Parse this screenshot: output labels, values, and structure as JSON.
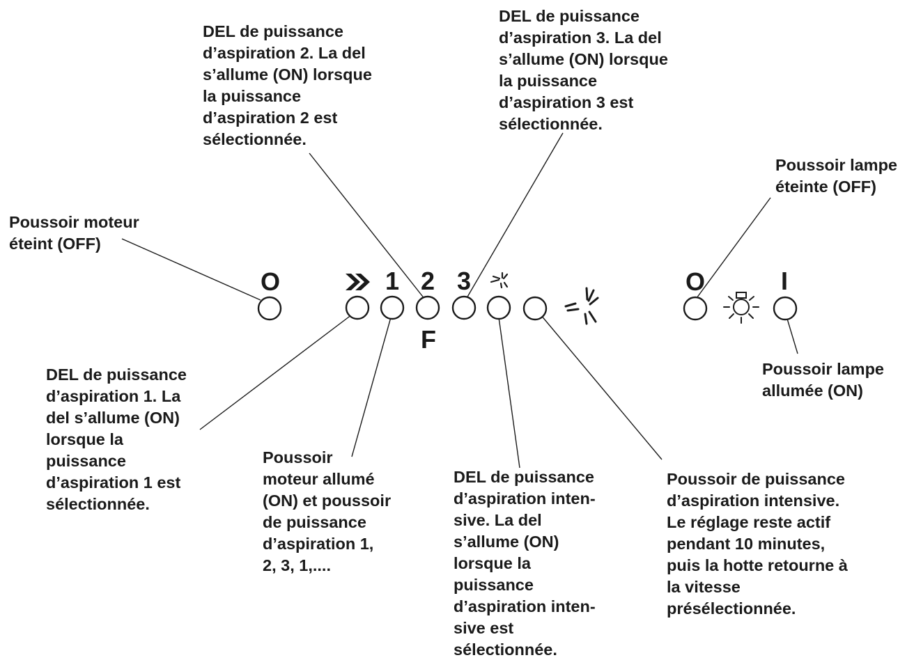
{
  "annotations": {
    "motor_off": "Poussoir moteur\néteint (OFF)",
    "led_speed_2": "DEL de puissance\nd’aspiration 2. La del\ns’allume (ON) lorsque\nla puissance\nd’aspiration 2 est\nsélectionnée.",
    "led_speed_3": "DEL de puissance\nd’aspiration 3. La del\ns’allume (ON) lorsque\nla puissance\nd’aspiration 3 est\nsélectionnée.",
    "lamp_off": "Poussoir lampe\néteinte (OFF)",
    "led_speed_1": "DEL de puissance\nd’aspiration 1. La\ndel s’allume (ON)\nlorsque la\npuissance\nd’aspiration 1 est\nsélectionnée.",
    "motor_on": "Poussoir\nmoteur allumé\n(ON) et poussoir\nde puissance\nd’aspiration 1,\n2, 3, 1,....",
    "led_intensive": "DEL de puissance\nd’aspiration inten-\nsive. La del\ns’allume (ON)\nlorsque la\npuissance\nd’aspiration inten-\nsive est\nsélectionnée.",
    "intensive_button": "Poussoir de puissance\nd’aspiration intensive.\nLe réglage reste actif\npendant 10 minutes,\npuis la hotte retourne à\nla vitesse\nprésélectionnée.",
    "lamp_on": "Poussoir lampe\nallumée (ON)"
  },
  "panel": {
    "motor_off_symbol": "O",
    "speed_1": "1",
    "speed_2": "2",
    "speed_3": "3",
    "speed_2_sublabel": "F",
    "lamp_off_symbol": "O",
    "lamp_on_symbol": "I"
  },
  "icons": {
    "motor_on": "double-chevron-icon",
    "intensive_led": "small-fan-burst-icon",
    "intensive_button": "fan-burst-icon",
    "lamp": "light-bulb-icon"
  },
  "colors": {
    "ink": "#1a1a1a",
    "background": "#ffffff"
  }
}
